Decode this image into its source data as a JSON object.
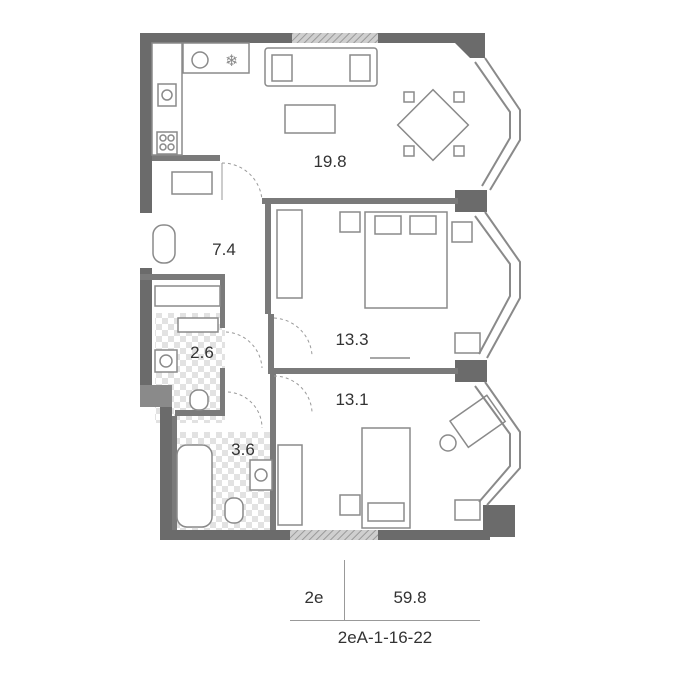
{
  "rooms": [
    {
      "id": "living",
      "area": "19.8"
    },
    {
      "id": "hall",
      "area": "7.4"
    },
    {
      "id": "bedroom1",
      "area": "13.3"
    },
    {
      "id": "wc",
      "area": "2.6"
    },
    {
      "id": "bedroom2",
      "area": "13.1"
    },
    {
      "id": "bathroom",
      "area": "3.6"
    }
  ],
  "info": {
    "type": "2е",
    "total_area": "59.8",
    "code": "2еА-1-16-22"
  },
  "colors": {
    "wall": "#6b6b6b",
    "furniture": "#8a8a8a",
    "tile": "#e4e4e4",
    "window": "#b5b5b5"
  }
}
